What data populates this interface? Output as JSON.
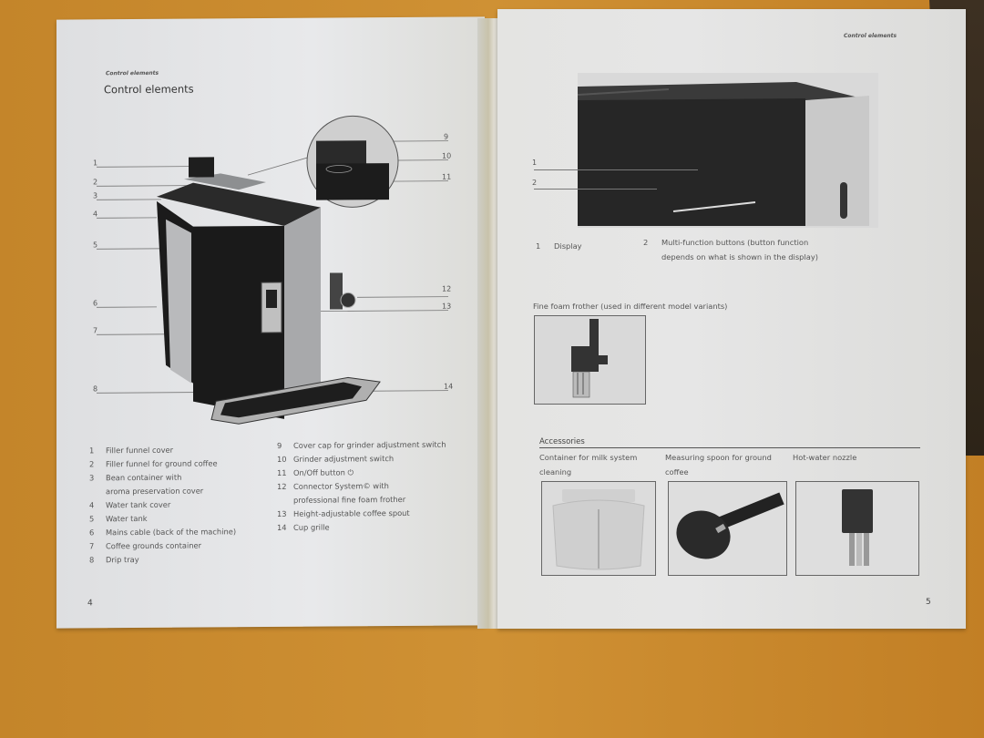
{
  "document": {
    "type": "Coffee machine user manual, open spread",
    "left_page": {
      "running_head": "Control elements",
      "title": "Control elements",
      "page_number": "4",
      "figure_callouts": [
        "1",
        "2",
        "3",
        "4",
        "5",
        "6",
        "7",
        "8",
        "9",
        "10",
        "11",
        "12",
        "13",
        "14"
      ],
      "legend_col1": [
        {
          "n": "1",
          "label": "Filler funnel cover"
        },
        {
          "n": "2",
          "label": "Filler funnel for ground coffee"
        },
        {
          "n": "3",
          "label": "Bean container with"
        },
        {
          "n": "",
          "label": "aroma preservation cover"
        },
        {
          "n": "4",
          "label": "Water tank cover"
        },
        {
          "n": "5",
          "label": "Water tank"
        },
        {
          "n": "6",
          "label": "Mains cable (back of the machine)"
        },
        {
          "n": "7",
          "label": "Coffee grounds container"
        },
        {
          "n": "8",
          "label": "Drip tray"
        }
      ],
      "legend_col2": [
        {
          "n": "9",
          "label": "Cover cap for grinder adjustment switch"
        },
        {
          "n": "10",
          "label": "Grinder adjustment switch"
        },
        {
          "n": "11",
          "label": "On/Off button ⏻"
        },
        {
          "n": "12",
          "label": "Connector System© with"
        },
        {
          "n": "",
          "label": "professional fine foam frother"
        },
        {
          "n": "13",
          "label": "Height-adjustable coffee spout"
        },
        {
          "n": "14",
          "label": "Cup grille"
        }
      ]
    },
    "right_page": {
      "running_head": "Control elements",
      "page_number": "5",
      "figure_callouts": [
        "1",
        "2"
      ],
      "display_items": [
        {
          "n": "1",
          "label": "Display"
        },
        {
          "n": "2",
          "label": "Multi-function buttons (button function",
          "label2": "depends on what is shown in the display)"
        }
      ],
      "frother_caption": "Fine foam frother (used in different model variants)",
      "accessories": {
        "heading": "Accessories",
        "items": [
          {
            "label": "Container for milk system",
            "label2": "cleaning",
            "icon": "milk-container-icon"
          },
          {
            "label": "Measuring spoon for ground",
            "label2": "coffee",
            "icon": "measuring-spoon-icon"
          },
          {
            "label": "Hot-water nozzle",
            "label2": "",
            "icon": "hot-water-nozzle-icon"
          }
        ]
      }
    }
  },
  "colors": {
    "table": "#c98a2a",
    "paper": "#e6e6e8",
    "ink": "#444444",
    "machine_dark": "#1e1e1e",
    "machine_silver": "#b9babc"
  }
}
